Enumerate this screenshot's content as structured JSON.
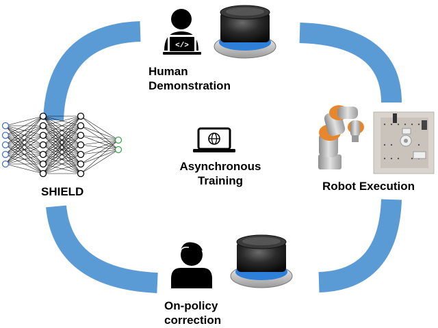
{
  "nodes": {
    "human_demonstration": {
      "line1": "Human",
      "line2": "Demonstration"
    },
    "robot_execution": {
      "label": "Robot Execution"
    },
    "shield": {
      "label": "SHIELD"
    },
    "asynchronous_training": {
      "line1": "Asynchronous",
      "line2": "Training"
    },
    "on_policy_correction": {
      "line1": "On-policy",
      "line2": "correction"
    }
  },
  "icons": [
    "person-laptop-icon",
    "spacemouse-icon",
    "robot-arm-icon",
    "workspace-box-icon",
    "neural-network-icon",
    "laptop-globe-icon",
    "person-icon"
  ],
  "colors": {
    "arc": "#5b9bd5",
    "nn_input": "#4472c4",
    "nn_output": "#3fa34d",
    "text": "#000000"
  }
}
